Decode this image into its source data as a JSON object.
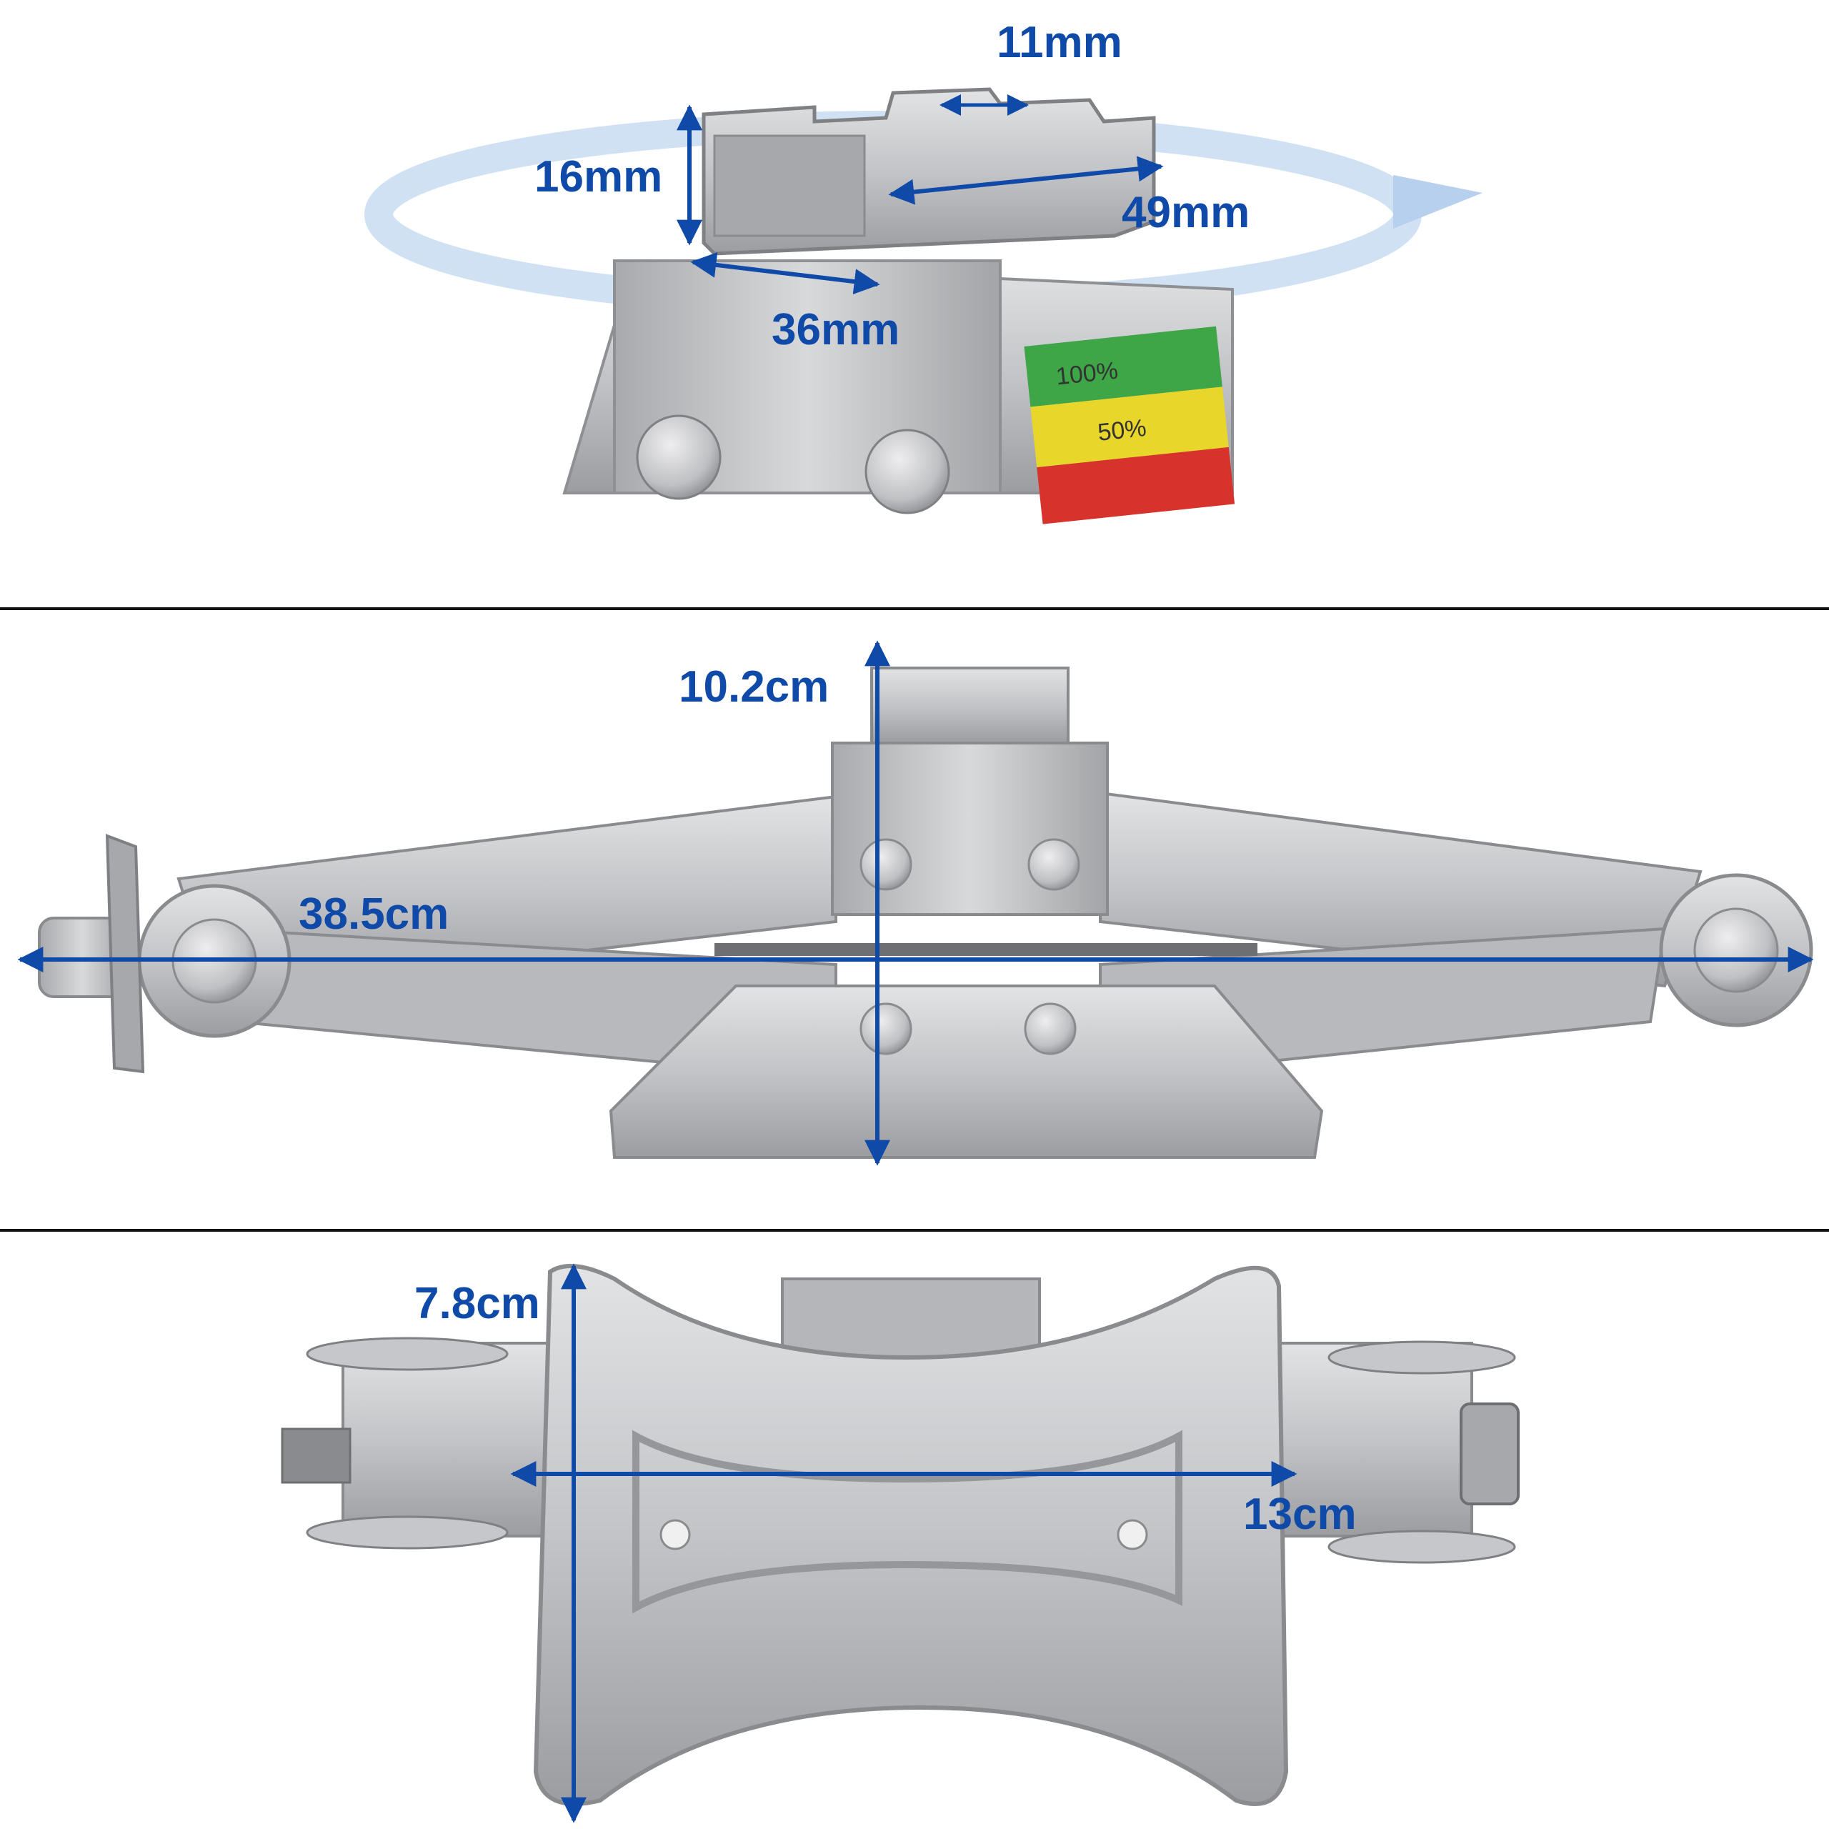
{
  "colors": {
    "dimension_blue": "#0f4aa8",
    "steel_light": "#d4d5d7",
    "steel_mid": "#b2b3b6",
    "steel_dark": "#7f8084",
    "rotation_arrow": "#c9dcf2",
    "gauge_green": "#3ea646",
    "gauge_yellow": "#e8d62a",
    "gauge_red": "#d7322c",
    "divider": "#111111"
  },
  "panels": {
    "top": {
      "view": "saddle close-up",
      "dimensions": {
        "slot_width": "11mm",
        "saddle_height": "16mm",
        "saddle_length": "49mm",
        "saddle_depth": "36mm"
      },
      "gauge": {
        "band_full": "100%",
        "band_half": "50%"
      }
    },
    "middle": {
      "view": "side view",
      "dimensions": {
        "height": "10.2cm",
        "length": "38.5cm"
      }
    },
    "bottom": {
      "view": "bottom view",
      "dimensions": {
        "base_height": "7.8cm",
        "base_width": "13cm"
      }
    }
  }
}
